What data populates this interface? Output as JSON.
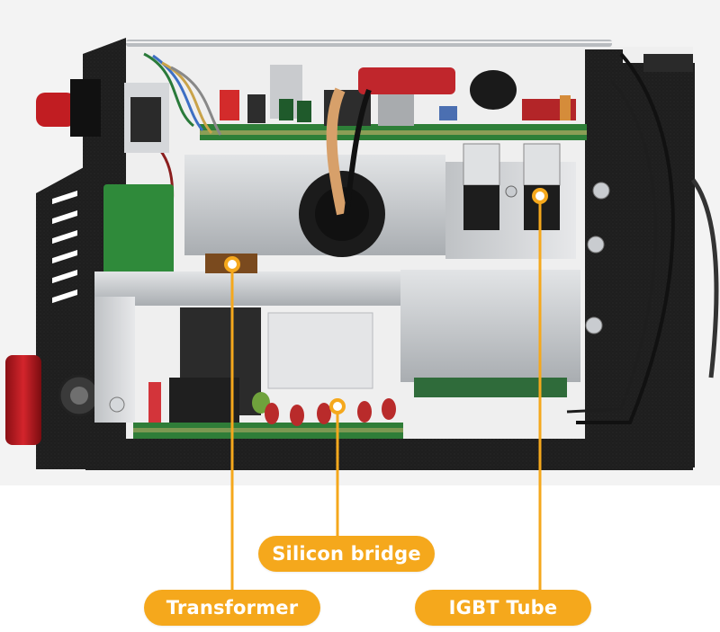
{
  "callouts": {
    "silicon_bridge": "Silicon bridge",
    "transformer": "Transformer",
    "igbt_tube": "IGBT Tube"
  },
  "colors": {
    "accent": "#f5a81c",
    "label_text": "#ffffff",
    "chassis": "#1c1c1c",
    "pcb_green": "#2f8a3a",
    "heatsink": "#c8cacc"
  }
}
